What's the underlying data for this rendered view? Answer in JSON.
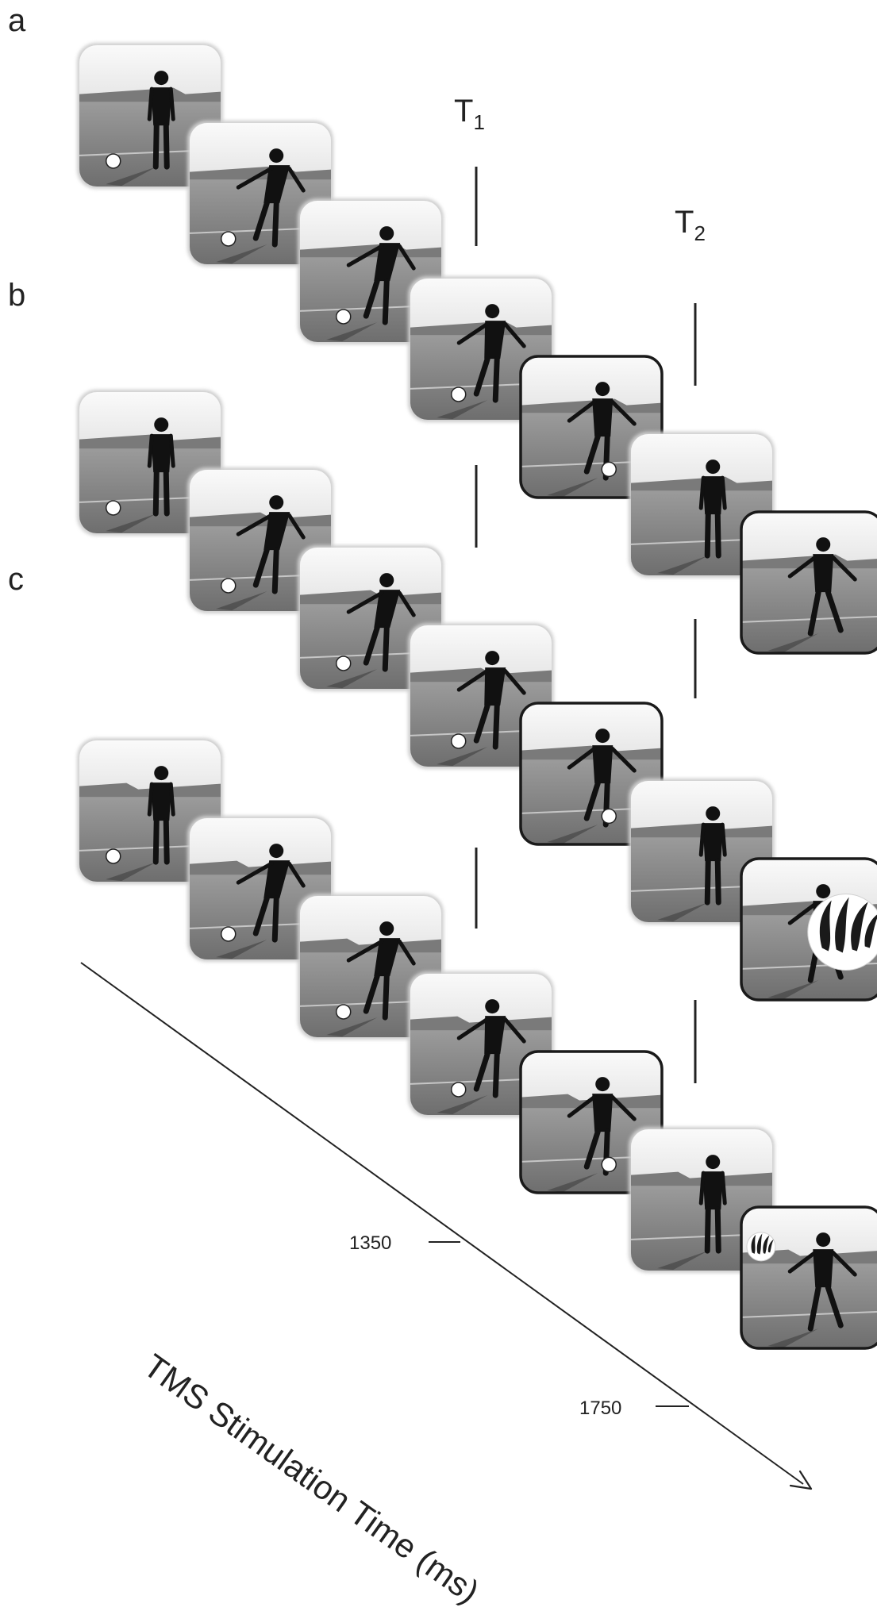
{
  "panels": [
    {
      "label": "a",
      "t1_label": "T",
      "t1_sub": "1",
      "t2_label": "T",
      "t2_sub": "2",
      "target_frame": 6,
      "flame_size": "none"
    },
    {
      "label": "b",
      "target_frame": 6,
      "flame_size": "large"
    },
    {
      "label": "c",
      "target_frame": 6,
      "flame_size": "small"
    }
  ],
  "frames_per_sequence": 7,
  "emphasized_frames": [
    4,
    6
  ],
  "axis": {
    "title": "TMS Stimulation Time (ms)",
    "ticks": [
      "1350",
      "1750"
    ]
  },
  "colors": {
    "frame_border": "#1a1a1a",
    "ink": "#222222",
    "sky": "#f2f2f2",
    "grass": "#8a8a8a"
  }
}
